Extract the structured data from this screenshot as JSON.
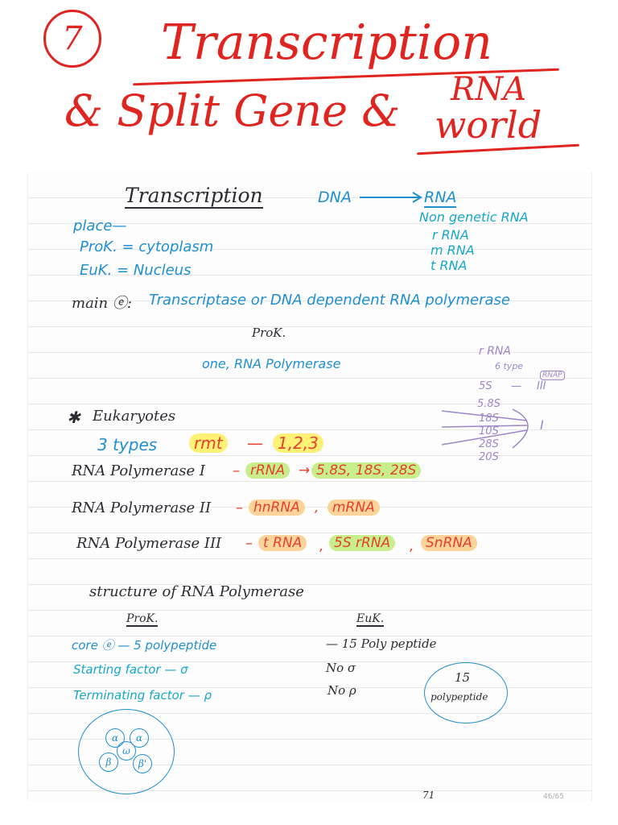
{
  "header": {
    "number": "7",
    "title_line1": "Transcription",
    "title_line2": "& Split Gene &",
    "rna": "RNA",
    "world": "world"
  },
  "notes": {
    "heading": "Transcription",
    "dna_rna": {
      "dna": "DNA",
      "rna": "RNA"
    },
    "non_genetic": "Non genetic RNA",
    "rna_types": [
      "r RNA",
      "m RNA",
      "t RNA"
    ],
    "place": {
      "label": "place—",
      "prok": "ProK. = cytoplasm",
      "euk": "EuK. = Nucleus"
    },
    "main_enzyme": {
      "label": "main ⓔ:",
      "value": "Transcriptase or DNA dependent RNA polymerase"
    },
    "prok_section": {
      "title": "ProK.",
      "value": "one, RNA Polymerase"
    },
    "side_diagram": {
      "title": "r RNA",
      "types": "6 type",
      "rnap": "RNAP",
      "items": [
        "5S",
        "5.8S",
        "18S",
        "10S",
        "28S",
        "20S"
      ],
      "roman_iii": "III",
      "roman_i": "I"
    },
    "eukaryotes": {
      "title": "Eukaryotes",
      "three_types": "3 types",
      "rmt": "rmt",
      "nums": "1,2,3",
      "pol1": {
        "label": "RNA Polymerase I",
        "rrna": "rRNA",
        "arrow_vals": "5.8S, 18S, 28S"
      },
      "pol2": {
        "label": "RNA Polymerase II",
        "hnrna": "hnRNA",
        "mrna": "mRNA"
      },
      "pol3": {
        "label": "RNA Polymerase III",
        "trna": "t RNA",
        "ssrna": "5S rRNA",
        "snrna": "SnRNA"
      }
    },
    "structure": {
      "title": "structure of RNA Polymerase",
      "prok": "ProK.",
      "euk": "EuK.",
      "core": "core ⓔ — 5 polypeptide",
      "euk_core": "— 15 Poly peptide",
      "start": "Starting factor — σ",
      "euk_start": "No σ",
      "term": "Terminating factor — ρ",
      "euk_term": "No ρ",
      "bubble_num": "15",
      "bubble_text": "polypeptide",
      "subunits": [
        "α",
        "α",
        "ω",
        "β",
        "β'"
      ]
    },
    "page_num": "46/65",
    "bottom_marks": "71"
  }
}
